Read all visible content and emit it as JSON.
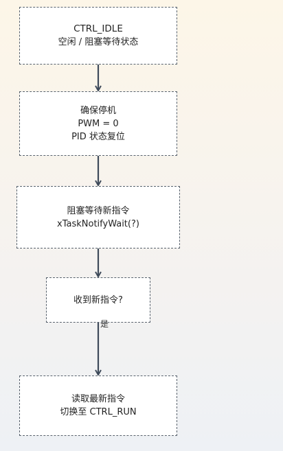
{
  "nodes": {
    "idle": {
      "lines": [
        "CTRL_IDLE",
        "空闲 / 阻塞等待状态"
      ]
    },
    "stop": {
      "lines": [
        "确保停机",
        "PWM = 0",
        "PID 状态复位"
      ]
    },
    "wait": {
      "lines": [
        "阻塞等待新指令",
        "xTaskNotifyWait(?)"
      ]
    },
    "check": {
      "lines": [
        "收到新指令?"
      ]
    },
    "read": {
      "lines": [
        "读取最新指令",
        "切换至 CTRL_RUN"
      ]
    }
  },
  "edges": {
    "check_to_read_label": "是"
  },
  "colors": {
    "border": "#56606b",
    "arrow": "#3e4a5a"
  }
}
